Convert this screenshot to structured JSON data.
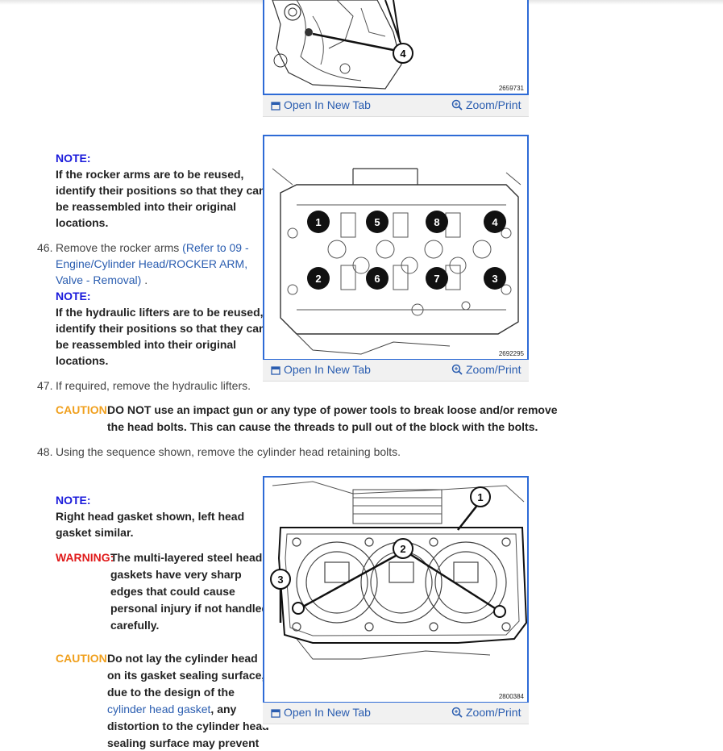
{
  "figures": [
    {
      "id": "2659731",
      "open_label": "Open In New Tab",
      "zoom_label": "Zoom/Print",
      "callouts": [
        "4"
      ]
    },
    {
      "id": "2692295",
      "open_label": "Open In New Tab",
      "zoom_label": "Zoom/Print",
      "callouts": [
        "1",
        "5",
        "8",
        "4",
        "2",
        "6",
        "7",
        "3"
      ]
    },
    {
      "id": "2800384",
      "open_label": "Open In New Tab",
      "zoom_label": "Zoom/Print",
      "callouts": [
        "1",
        "2",
        "3"
      ]
    }
  ],
  "note1": {
    "label": "NOTE:",
    "lines": [
      "If the rocker arms are to be reused,",
      "identify their positions so that they can",
      "be reassembled into their original",
      "locations."
    ]
  },
  "step46": {
    "num": "46.",
    "text": "Remove the rocker arms",
    "ref_lines": [
      "(Refer to 09 -",
      "Engine/Cylinder Head/ROCKER ARM,",
      "Valve - Removal)"
    ],
    "ref_end": " ."
  },
  "note2": {
    "label": "NOTE:",
    "lines": [
      "If the hydraulic lifters are to be reused,",
      "identify their positions so that they can",
      "be reassembled into their original",
      "locations."
    ]
  },
  "step47": {
    "num": "47.",
    "text": "If required, remove the hydraulic lifters."
  },
  "caution1": {
    "label": "CAUTION:",
    "lines": [
      "DO NOT use an impact gun or any type of power tools to break loose and/or remove",
      "the head bolts. This can cause the threads to pull out of the block with the bolts."
    ]
  },
  "step48": {
    "num": "48.",
    "text": "Using the sequence shown, remove the cylinder head retaining bolts."
  },
  "note3": {
    "label": "NOTE:",
    "lines": [
      "Right head gasket shown, left head",
      "gasket similar."
    ]
  },
  "warning1": {
    "label": "WARNING:",
    "lines": [
      "The multi-layered steel head",
      "gaskets have very sharp",
      "edges that could cause",
      "personal injury if not handled",
      "carefully."
    ]
  },
  "caution2": {
    "label": "CAUTION:",
    "lines": [
      "Do not lay the cylinder head",
      "on its gasket sealing surface,",
      "due to the design of the"
    ],
    "link": "cylinder head gasket",
    "link_after": ", any",
    "lines2": [
      "distortion to the cylinder head",
      "sealing surface may prevent"
    ]
  }
}
